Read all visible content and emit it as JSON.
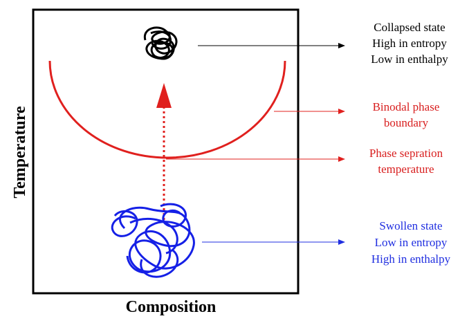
{
  "axes": {
    "y_label": "Temperature",
    "x_label": "Composition"
  },
  "annotations": {
    "collapsed": {
      "line1": "Collapsed state",
      "line2": "High in entropy",
      "line3": "Low in enthalpy",
      "color": "#000000"
    },
    "binodal": {
      "line1": "Binodal phase",
      "line2": "boundary",
      "color": "#d81e1e"
    },
    "separation": {
      "line1": "Phase sepration",
      "line2": "temperature",
      "color": "#d81e1e"
    },
    "swollen": {
      "line1": "Swollen state",
      "line2": "Low in entropy",
      "line3": "High in enthalpy",
      "color": "#1f2ee0"
    }
  },
  "colors": {
    "boundary": "#e0201e",
    "swollen_coil": "#1520e6",
    "collapsed_coil": "#000000",
    "frame": "#000000"
  },
  "icons": {
    "collapsed_coil": "collapsed-coil-icon",
    "swollen_coil": "swollen-coil-icon",
    "arrow": "arrow-right-icon"
  }
}
